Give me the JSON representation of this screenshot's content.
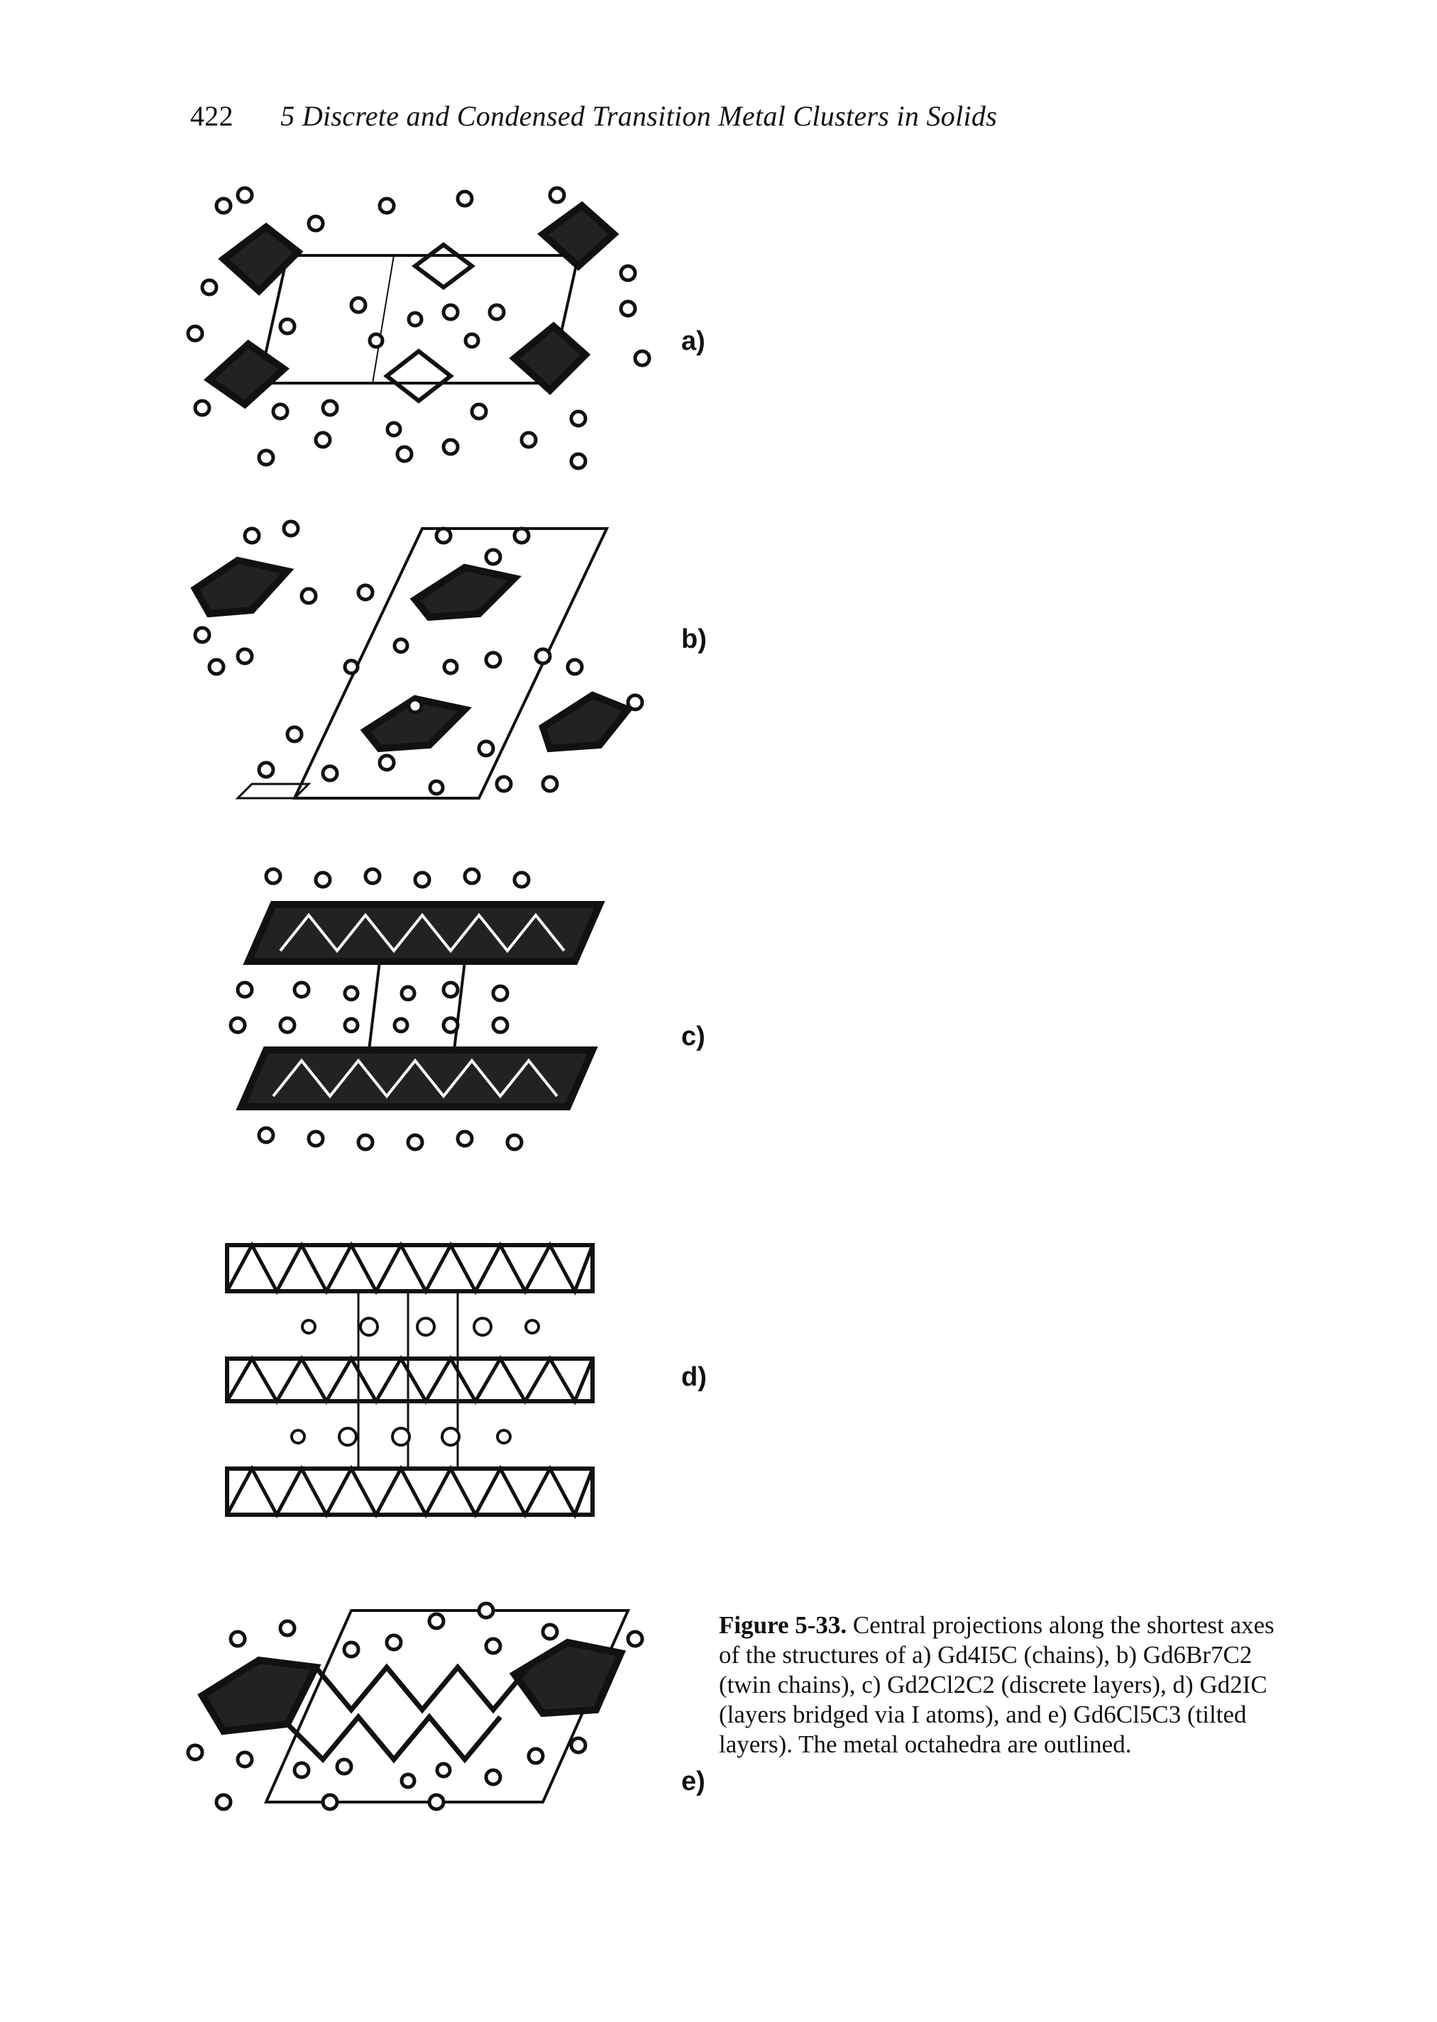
{
  "header": {
    "page_number": "422",
    "running_title": "5 Discrete and Condensed Transition Metal Clusters in Solids"
  },
  "panels": [
    {
      "id": "a",
      "label": "a)"
    },
    {
      "id": "b",
      "label": "b)"
    },
    {
      "id": "c",
      "label": "c)"
    },
    {
      "id": "d",
      "label": "d)"
    },
    {
      "id": "e",
      "label": "e)"
    }
  ],
  "caption": {
    "figure_label": "Figure 5-33.",
    "text": "Central projections along the shortest axes of the structures of a) Gd4I5C (chains), b) Gd6Br7C2 (twin chains), c) Gd2Cl2C2 (discrete layers), d) Gd2IC (layers bridged via I atoms), and e) Gd6Cl5C3 (tilted layers). The metal octahedra are outlined."
  }
}
